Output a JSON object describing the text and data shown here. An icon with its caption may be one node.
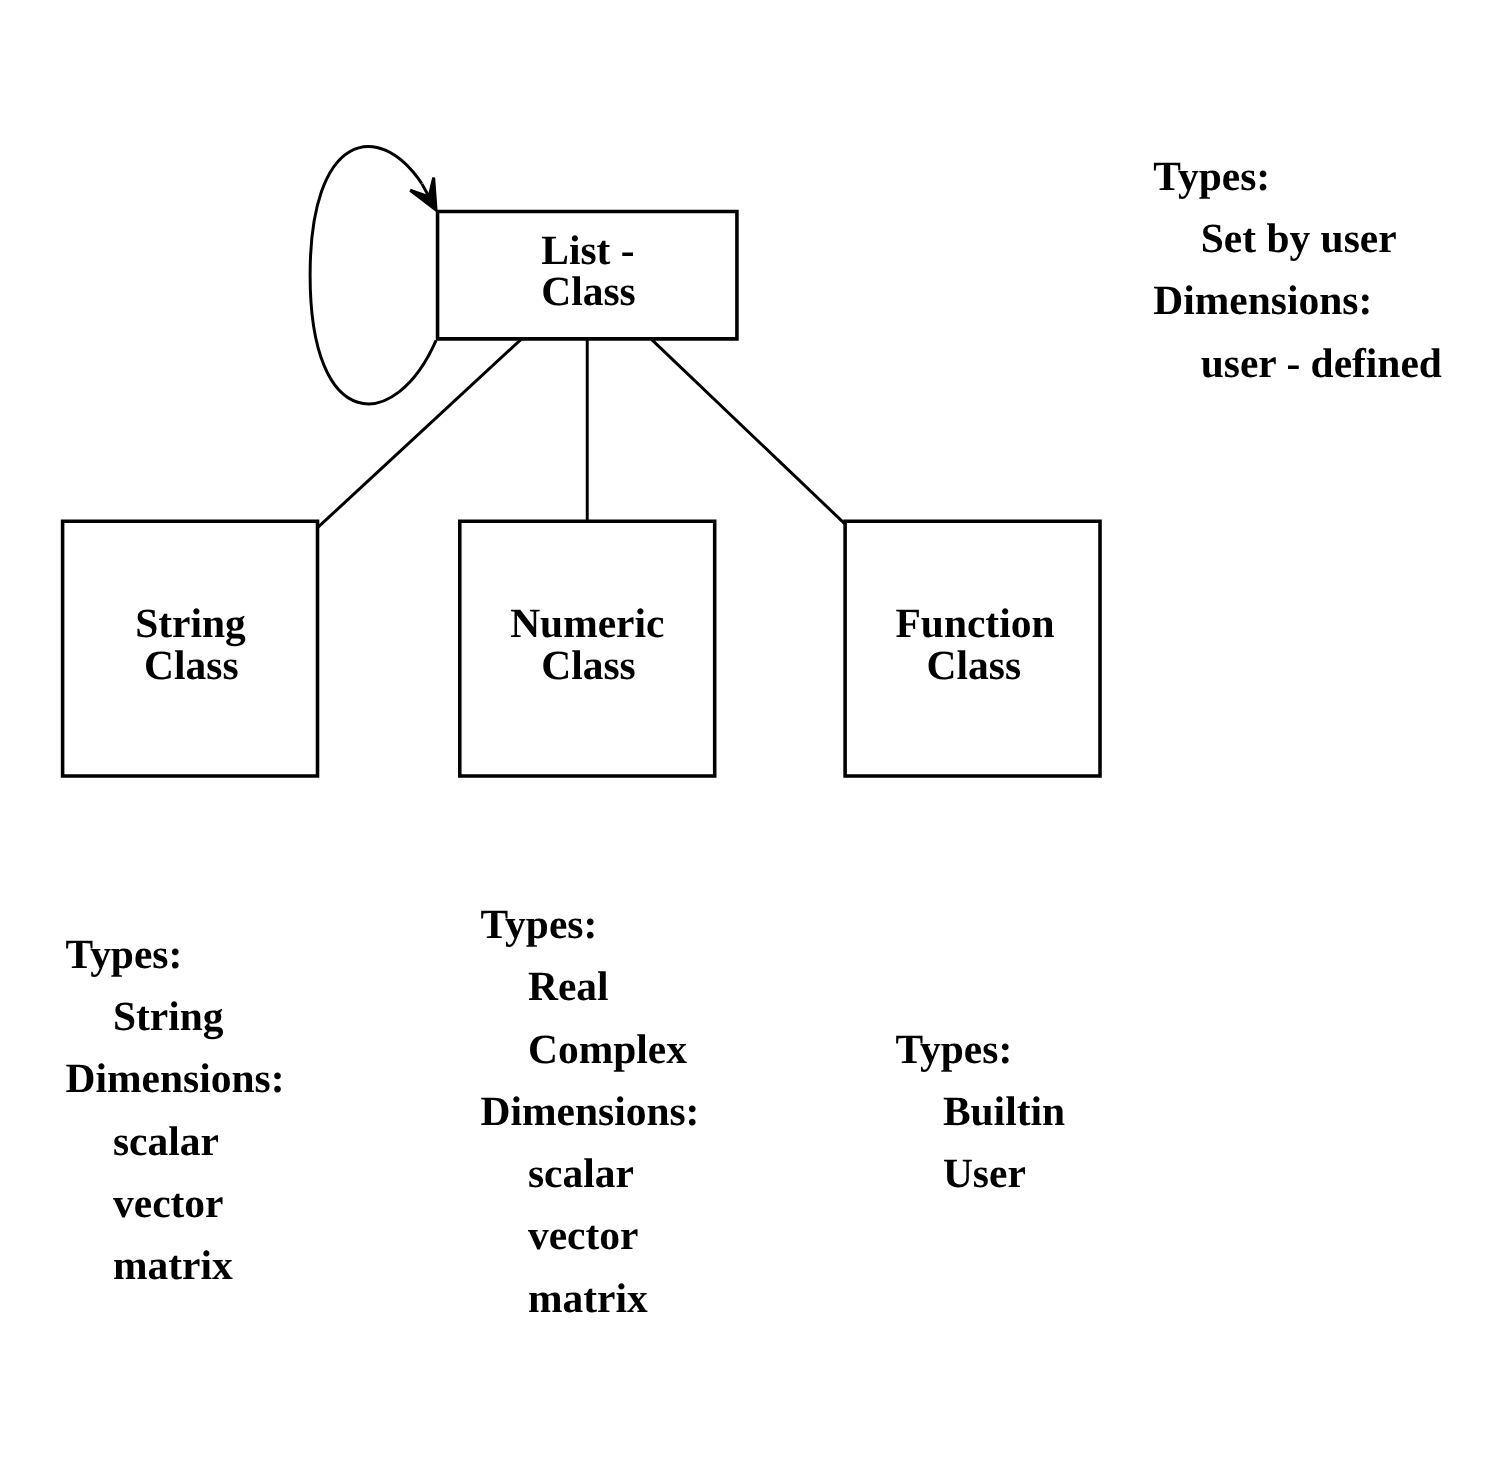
{
  "diagram": {
    "nodes": [
      {
        "text": [
          "List - Class"
        ],
        "beside": [
          "Types:",
          "Set by user",
          "Dimensions:",
          "user - defined"
        ]
      },
      {
        "text": [
          "String Class"
        ],
        "beside": [
          "Types:",
          "String",
          "Dimensions:",
          "scalar",
          "vector",
          "matrix"
        ]
      },
      {
        "text": [
          "Numeric Class"
        ],
        "beside": [
          "Types:",
          "Real",
          "Complex",
          "Dimensions:",
          "scalar",
          "vector",
          "matrix"
        ]
      },
      {
        "text": [
          "Function Class"
        ],
        "beside": [
          "Types:",
          "Builtin",
          "User"
        ]
      }
    ],
    "edges": [
      {
        "from": 0,
        "to": 0,
        "arrow": "to"
      },
      {
        "from": 0,
        "to": 1,
        "arrow": "none"
      },
      {
        "from": 0,
        "to": 2,
        "arrow": "none"
      },
      {
        "from": 0,
        "to": 3,
        "arrow": "none"
      }
    ]
  }
}
